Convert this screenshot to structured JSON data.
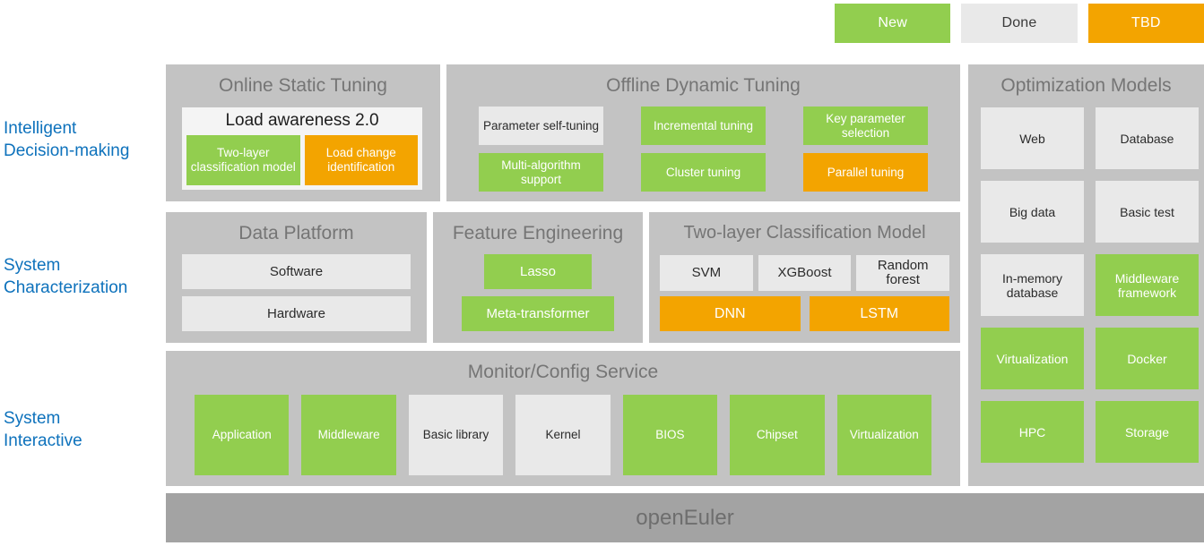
{
  "legend": {
    "items": [
      {
        "label": "New",
        "status": "new",
        "color": "#92CE4F"
      },
      {
        "label": "Done",
        "status": "done",
        "color": "#E9E9E9"
      },
      {
        "label": "TBD",
        "status": "tbd",
        "color": "#F3A400"
      }
    ]
  },
  "side_labels": {
    "intelligent": "Intelligent\nDecision-making",
    "intelligent_line1": "Intelligent",
    "intelligent_line2": "Decision-making",
    "characterization_line1": "System",
    "characterization_line2": "Characterization",
    "interactive_line1": "System",
    "interactive_line2": "Interactive",
    "color": "#0E72BC"
  },
  "panels": {
    "online_static_tuning": {
      "title": "Online Static Tuning",
      "load_awareness": {
        "title": "Load awareness 2.0",
        "cards": [
          {
            "label": "Two-layer classification model",
            "status": "new"
          },
          {
            "label": "Load change identification",
            "status": "tbd"
          }
        ]
      }
    },
    "offline_dynamic_tuning": {
      "title": "Offline Dynamic Tuning",
      "cards": [
        {
          "label": "Parameter self-tuning",
          "status": "done"
        },
        {
          "label": "Incremental tuning",
          "status": "new"
        },
        {
          "label": "Key parameter selection",
          "status": "new"
        },
        {
          "label": "Multi-algorithm support",
          "status": "new"
        },
        {
          "label": "Cluster tuning",
          "status": "new"
        },
        {
          "label": "Parallel tuning",
          "status": "tbd"
        }
      ]
    },
    "data_platform": {
      "title": "Data Platform",
      "cards": [
        {
          "label": "Software",
          "status": "done"
        },
        {
          "label": "Hardware",
          "status": "done"
        }
      ]
    },
    "feature_engineering": {
      "title": "Feature Engineering",
      "cards": [
        {
          "label": "Lasso",
          "status": "new"
        },
        {
          "label": "Meta-transformer",
          "status": "new"
        }
      ]
    },
    "two_layer_classification_model": {
      "title": "Two-layer Classification Model",
      "top_cards": [
        {
          "label": "SVM",
          "status": "done"
        },
        {
          "label": "XGBoost",
          "status": "done"
        },
        {
          "label": "Random forest",
          "status": "done"
        }
      ],
      "bottom_cards": [
        {
          "label": "DNN",
          "status": "tbd"
        },
        {
          "label": "LSTM",
          "status": "tbd"
        }
      ]
    },
    "monitor_config_service": {
      "title": "Monitor/Config Service",
      "cards": [
        {
          "label": "Application",
          "status": "new"
        },
        {
          "label": "Middleware",
          "status": "new"
        },
        {
          "label": "Basic library",
          "status": "done"
        },
        {
          "label": "Kernel",
          "status": "done"
        },
        {
          "label": "BIOS",
          "status": "new"
        },
        {
          "label": "Chipset",
          "status": "new"
        },
        {
          "label": "Virtualization",
          "status": "new"
        }
      ]
    },
    "optimization_models": {
      "title": "Optimization Models",
      "cards": [
        {
          "label": "Web",
          "status": "done"
        },
        {
          "label": "Database",
          "status": "done"
        },
        {
          "label": "Big data",
          "status": "done"
        },
        {
          "label": "Basic test",
          "status": "done"
        },
        {
          "label": "In-memory database",
          "status": "done"
        },
        {
          "label": "Middleware framework",
          "status": "new"
        },
        {
          "label": "Virtualization",
          "status": "new"
        },
        {
          "label": "Docker",
          "status": "new"
        },
        {
          "label": "HPC",
          "status": "new"
        },
        {
          "label": "Storage",
          "status": "new"
        }
      ]
    }
  },
  "footer": {
    "label": "openEuler"
  }
}
